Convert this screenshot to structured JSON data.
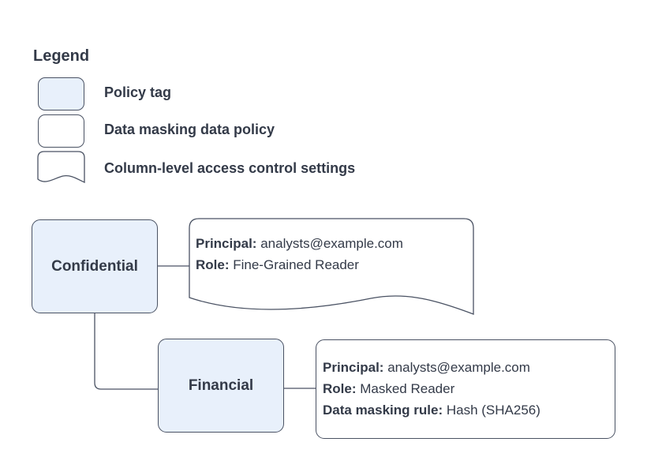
{
  "colors": {
    "background": "#ffffff",
    "policy_tag_fill": "#e8f0fb",
    "shape_stroke": "#4a5263",
    "text": "#333a48"
  },
  "legend": {
    "title": "Legend",
    "items": [
      {
        "swatch": "policy-tag-swatch",
        "label": "Policy tag"
      },
      {
        "swatch": "data-masking-policy-swatch",
        "label": "Data masking data policy"
      },
      {
        "swatch": "column-access-control-swatch",
        "label": "Column-level access control settings"
      }
    ]
  },
  "diagram": {
    "policy_tags": [
      {
        "label": "Confidential"
      },
      {
        "label": "Financial"
      }
    ],
    "access_control_note": {
      "lines": [
        {
          "label": "Principal:",
          "value": "analysts@example.com"
        },
        {
          "label": "Role:",
          "value": "Fine-Grained Reader"
        }
      ]
    },
    "masking_policy_note": {
      "lines": [
        {
          "label": "Principal:",
          "value": "analysts@example.com"
        },
        {
          "label": "Role:",
          "value": "Masked Reader"
        },
        {
          "label": "Data masking rule:",
          "value": "Hash (SHA256)"
        }
      ]
    }
  }
}
